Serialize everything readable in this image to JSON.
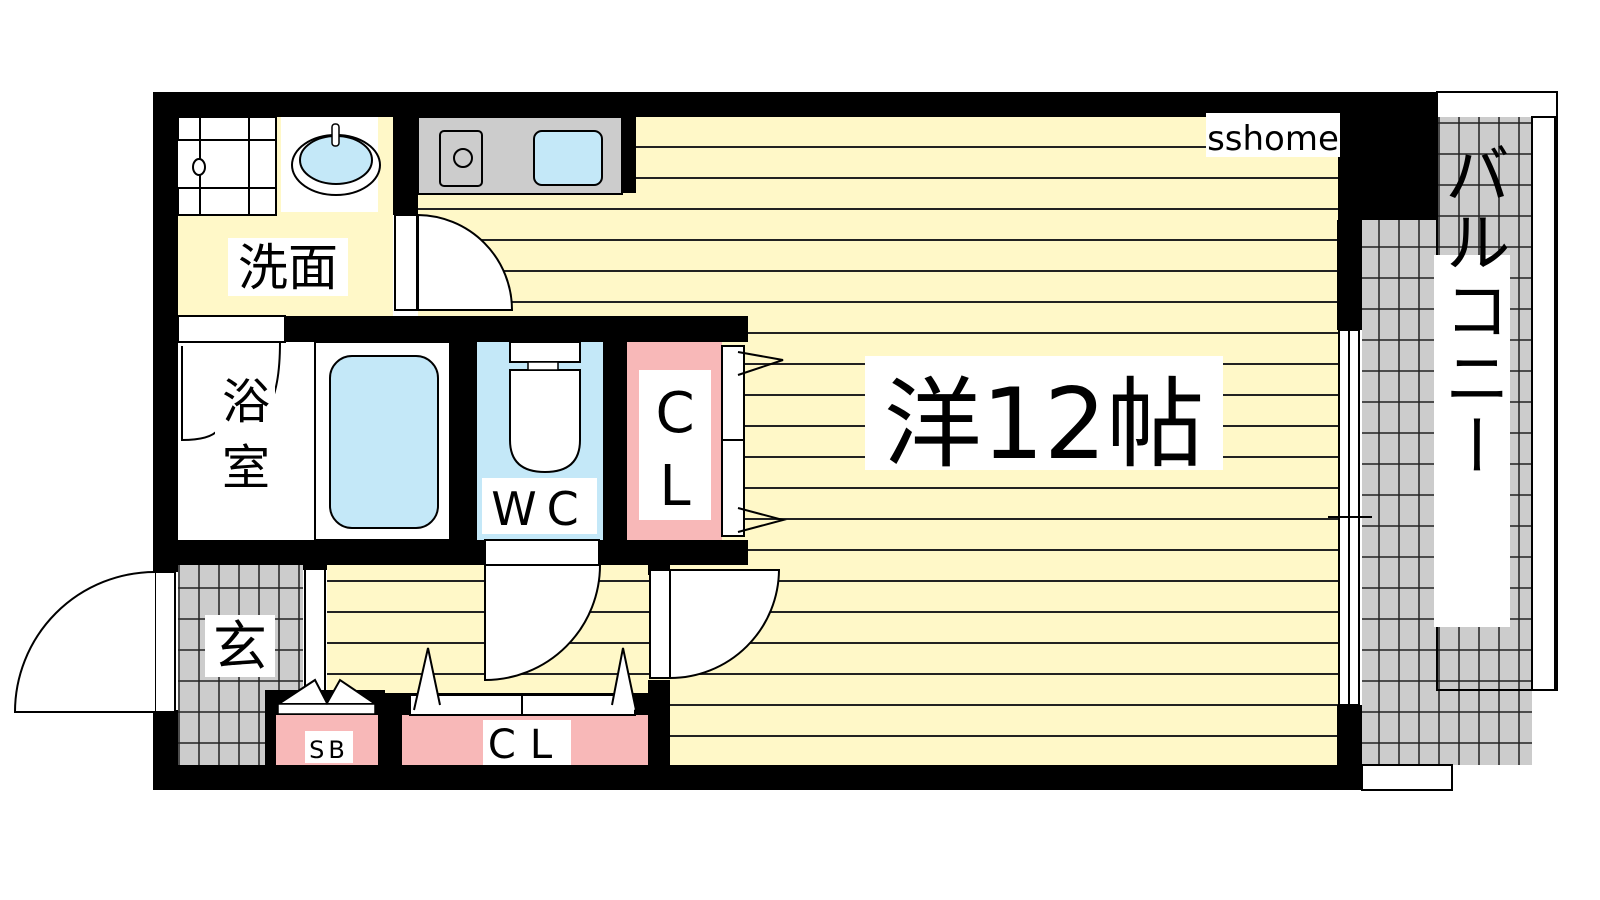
{
  "watermark": "sshome",
  "rooms": {
    "washroom": "洗面",
    "bathroom": "浴室",
    "toilet": "WC",
    "closet_main": "CL",
    "western_room": "洋12帖",
    "entrance": "玄",
    "shoe_box": "SB",
    "closet_hall": "CL",
    "balcony": "バルコニー"
  },
  "colors": {
    "floor_yellow": "#fff8c8",
    "water_blue": "#c4e8f8",
    "storage_pink": "#f8b8b8",
    "tile_gray": "#cccccc",
    "wall": "#000000"
  }
}
